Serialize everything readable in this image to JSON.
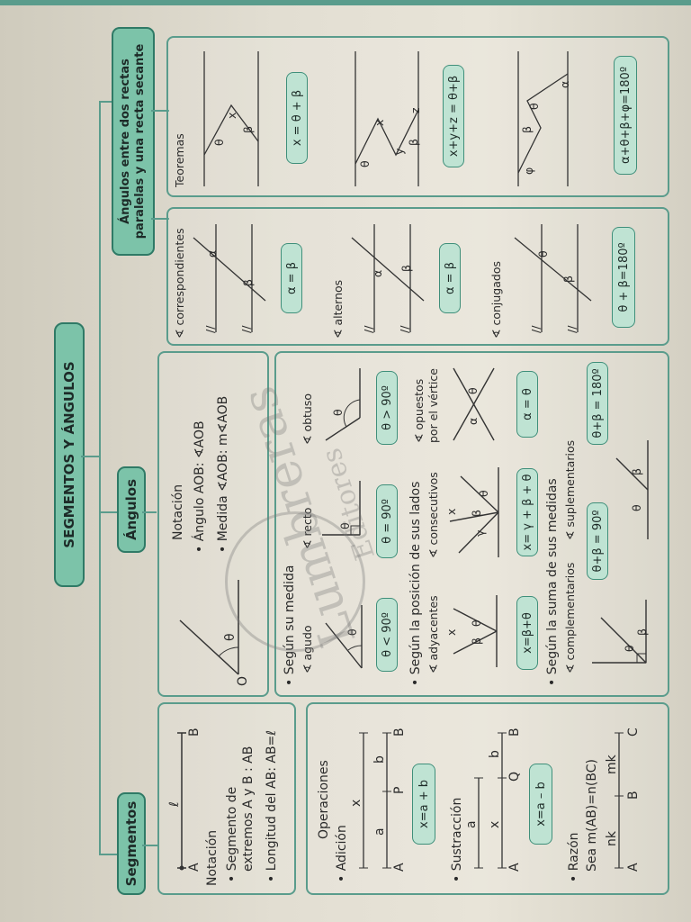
{
  "title": "SEGMENTOS Y ÁNGULOS",
  "segmentos": {
    "heading": "Segmentos",
    "notacion_label": "Notación",
    "bullet_segmento": "Segmento de",
    "bullet_segmento2": "extremos A y B : AB",
    "bullet_longitud": "Longitud del AB: AB=ℓ",
    "seg_l": "ℓ",
    "pt_A": "A",
    "pt_B": "B",
    "operaciones": "Operaciones",
    "adicion": "Adición",
    "add_x": "x",
    "add_a": "a",
    "add_b": "b",
    "add_P": "P",
    "add_formula": "x=a + b",
    "sustraccion": "Sustracción",
    "sub_a": "a",
    "sub_x": "x",
    "sub_b": "b",
    "sub_Q": "Q",
    "sub_formula": "x=a – b",
    "razon": "Razón",
    "razon_text": "Sea m(AB)=n(BC)",
    "razon_nk": "nk",
    "razon_mk": "mk",
    "pt_C": "C"
  },
  "angulos": {
    "heading": "Ángulos",
    "notacion": "Notación",
    "angulo_aob": "Ángulo AOB: ∢AOB",
    "medida_aob": "Medida ∢AOB: m∢AOB",
    "pt_O": "O",
    "theta": "θ",
    "segun_medida": "Según su medida",
    "agudo": "∢ agudo",
    "recto": "∢ recto",
    "obtuso": "∢ obtuso",
    "agudo_f": "θ < 90º",
    "recto_f": "θ = 90º",
    "obtuso_f": "θ > 90º",
    "segun_posicion": "Según la posición de sus lados",
    "adyacentes": "∢ adyacentes",
    "consecutivos": "∢ consecutivos",
    "opuestos1": "∢ opuestos",
    "opuestos2": "por el vértice",
    "ady_f": "x=β+θ",
    "cons_f": "x= γ + β + θ",
    "opu_f": "α = θ",
    "segun_suma": "Según la suma de sus medidas",
    "complementarios": "∢ complementarios",
    "suplementarios": "∢ suplementarios",
    "comp_f": "θ+β = 90º",
    "supl_f": "θ+β = 180º",
    "x": "x",
    "beta": "β",
    "gamma": "γ",
    "alpha": "α"
  },
  "paralelas": {
    "heading1": "Ángulos entre dos rectas",
    "heading2": "paralelas y una recta secante",
    "correspondientes": "∢ correspondientes",
    "corr_f": "α = β",
    "alternos": "∢ alternos",
    "alt_f": "α = β",
    "conjugados": "∢ conjugados",
    "conj_f": "θ + β=180º",
    "teoremas": "Teoremas",
    "t1_f": "x = θ + β",
    "t2_f": "x+y+z = θ+β",
    "t3_f": "α+θ+β+φ=180º",
    "phi": "φ",
    "y": "y",
    "z": "z",
    "par": "//"
  },
  "watermark": {
    "name": "Lumbreras",
    "sub": "Editores"
  },
  "colors": {
    "teal": "#5a9c8c",
    "pill": "#7cc3a9",
    "tag": "#bfe3d3"
  }
}
